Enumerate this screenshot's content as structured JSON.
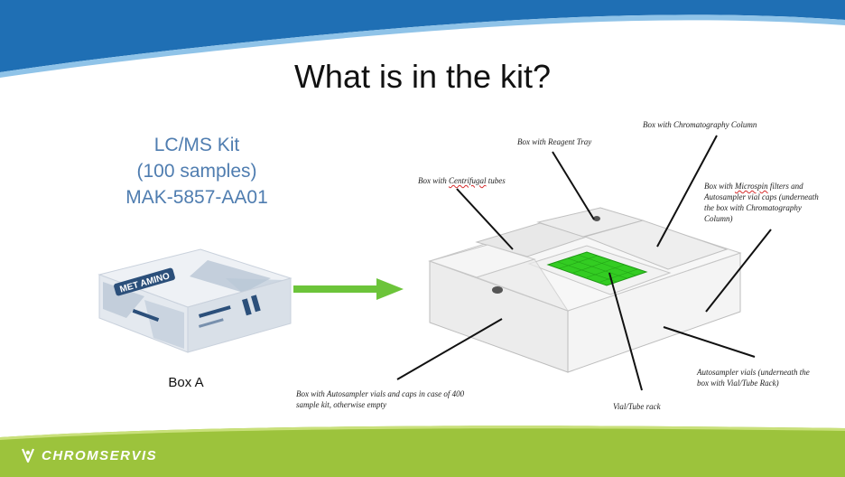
{
  "slide": {
    "title": "What is in the kit?",
    "kit": {
      "line1": "LC/MS Kit",
      "line2": "(100 samples)",
      "line3": "MAK-5857-AA01"
    },
    "box_a_label": "Box A",
    "box_a_logo": "MET AMINO",
    "brand": "CHROMSERVIS",
    "colors": {
      "header_blue": "#1f6fb4",
      "header_light": "#8fc3e8",
      "footer_green": "#9cc33c",
      "arrow_green": "#6cc43a",
      "tray_green": "#33cc22",
      "kit_text": "#4f7db0"
    }
  },
  "annotations": {
    "chromatography_column": "Box with Chromatography Column",
    "reagent_tray": "Box with Reagent Tray",
    "centrifugal_prefix": "Box with ",
    "centrifugal_word": "Centrifugal",
    "centrifugal_suffix": " tubes",
    "microspin_prefix": "Box with ",
    "microspin_word": "Microspin",
    "microspin_suffix": " filters and",
    "microspin_line2": "Autosampler vial caps (underneath",
    "microspin_line3": "the box with Chromatography",
    "microspin_line4": "Column)",
    "autosampler_caps_line1": "Box with Autosampler vials and caps in case of 400",
    "autosampler_caps_line2": "sample kit, otherwise empty",
    "vial_rack": "Vial/Tube rack",
    "autosampler_vials_line1": "Autosampler vials (underneath the",
    "autosampler_vials_line2": "box with Vial/Tube Rack)"
  }
}
